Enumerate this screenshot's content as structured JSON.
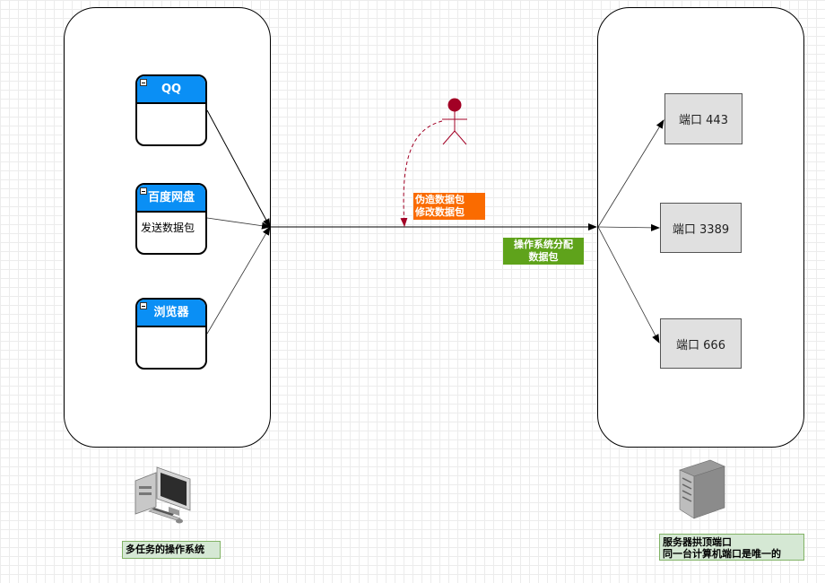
{
  "apps": [
    {
      "name": "QQ",
      "body": ""
    },
    {
      "name": "百度网盘",
      "body": "发送数据包"
    },
    {
      "name": "浏览器",
      "body": ""
    }
  ],
  "ports": [
    "端口 443",
    "端口 3389",
    "端口 666"
  ],
  "labels": {
    "forge_line1": "伪造数据包",
    "forge_line2": "修改数据包",
    "os_assign_line1": "操作系统分配",
    "os_assign_line2": "数据包"
  },
  "captions": {
    "client": "多任务的操作系统",
    "server_line1": "服务器拱顶端口",
    "server_line2": "同一台计算机端口是唯一的"
  },
  "colors": {
    "app_header": "#0a8ff5",
    "forge_label": "#fa6b00",
    "os_label": "#5fa31b",
    "actor": "#a20025",
    "caption_bg": "#d5e8d4"
  },
  "icons": {
    "client": "desktop-computer-icon",
    "server": "server-tower-icon",
    "attacker": "stick-figure-icon"
  }
}
